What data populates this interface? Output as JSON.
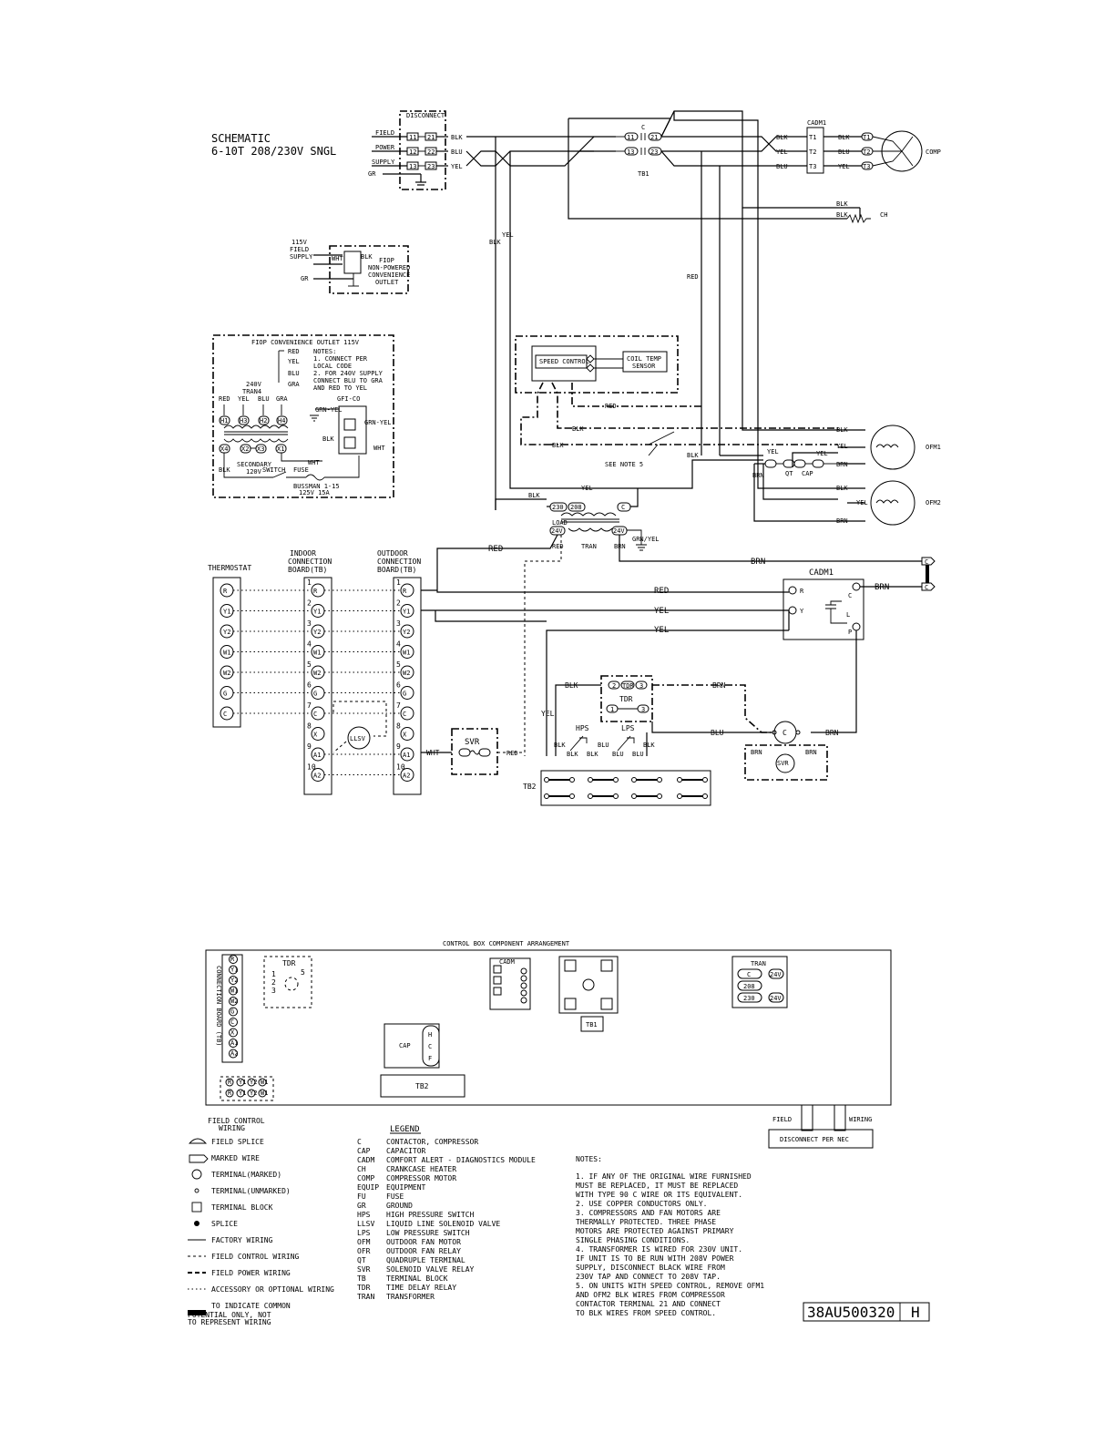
{
  "header": {
    "title_line1": "SCHEMATIC",
    "title_line2": "6-10T 208/230V SNGL"
  },
  "power_supply": {
    "disconnect": "DISCONNECT",
    "field": "FIELD",
    "power": "POWER",
    "supply": "SUPPLY",
    "gr": "GR",
    "terminals": [
      "11",
      "12",
      "13",
      "21",
      "22",
      "23"
    ],
    "wires": [
      "BLK",
      "BLU",
      "YEL"
    ]
  },
  "contactor": {
    "label": "C",
    "terminals": [
      "11",
      "13",
      "21",
      "23"
    ],
    "tb1": "TB1"
  },
  "cadm_top": {
    "label": "CADM1",
    "terminals": [
      "T1",
      "T2",
      "T3"
    ],
    "wires": [
      "BLK",
      "BLU",
      "YEL"
    ],
    "motor_terminals": [
      "T1",
      "T2",
      "T3"
    ],
    "comp": "COMP"
  },
  "crankcase": {
    "wire": "BLK",
    "label": "CH"
  },
  "convenience_small": {
    "v115": "115V",
    "field": "FIELD",
    "supply": "SUPPLY",
    "gr": "GR",
    "wht": "WHT",
    "blk": "BLK",
    "desc1": "FIOP",
    "desc2": "NON-POWERED",
    "desc3": "CONVENIENCE",
    "desc4": "OUTLET"
  },
  "convenience_box": {
    "title": "FIOP CONVENIENCE OUTLET 115V",
    "notes_title": "NOTES:",
    "note_lines": [
      "1. CONNECT PER",
      "   LOCAL CODE",
      "2. FOR 240V SUPPLY",
      "   CONNECT BLU TO GRA",
      "   AND RED TO YEL"
    ],
    "wire_labels": [
      "RED",
      "YEL",
      "BLU",
      "GRA"
    ],
    "v240": "240V",
    "tran4": "TRAN4",
    "h_terms": [
      "H1",
      "H3",
      "H2",
      "H4"
    ],
    "x_terms": [
      "X4",
      "X2",
      "X3",
      "X1"
    ],
    "secondary": "SECONDARY",
    "v120": "120V",
    "switch": "SWITCH",
    "fuse": "FUSE",
    "bussman1": "BUSSMAN 1-15",
    "bussman2": "125V 15A",
    "gfi": "GFI-CO",
    "grn_yel": "GRN-YEL",
    "blk": "BLK",
    "wht": "WHT"
  },
  "speed_control": {
    "label": "SPEED CONTROL",
    "sensor1": "COIL TEMP",
    "sensor2": "SENSOR",
    "red": "RED",
    "blk": "BLK",
    "see_note": "SEE NOTE 5",
    "yel": "YEL",
    "brn": "BRN"
  },
  "fan_motors": {
    "ofm1": "OFM1",
    "ofm2": "OFM2",
    "qt": "QT",
    "cap": "CAP",
    "wires": [
      "BLK",
      "YEL",
      "BRN"
    ]
  },
  "vertical_labels": {
    "yel": "YEL",
    "blk": "BLK",
    "red": "RED"
  },
  "transformer": {
    "t230": "230",
    "t208": "208",
    "c": "C",
    "load": "LOAD",
    "v24a": "24V",
    "v24b": "24V",
    "red": "RED",
    "tran": "TRAN",
    "brn": "BRN",
    "grn_yel": "GRN/YEL"
  },
  "thermostat": {
    "label": "THERMOSTAT",
    "terminals": [
      "R",
      "Y1",
      "Y2",
      "W1",
      "W2",
      "G",
      "C"
    ]
  },
  "indoor_board": {
    "label1": "INDOOR",
    "label2": "CONNECTION",
    "label3": "BOARD(TB)",
    "numbers": [
      "1",
      "2",
      "3",
      "4",
      "5",
      "6",
      "7",
      "8",
      "9",
      "10"
    ],
    "terminals": [
      "R",
      "Y1",
      "Y2",
      "W1",
      "W2",
      "G",
      "C",
      "X",
      "A1",
      "A2"
    ],
    "llsv": "LLSV"
  },
  "outdoor_board": {
    "label1": "OUTDOOR",
    "label2": "CONNECTION",
    "label3": "BOARD(TB)",
    "numbers": [
      "1",
      "2",
      "3",
      "4",
      "5",
      "6",
      "7",
      "8",
      "9",
      "10"
    ],
    "terminals": [
      "R",
      "Y1",
      "Y2",
      "W1",
      "W2",
      "G",
      "C",
      "X",
      "A1",
      "A2"
    ]
  },
  "control_wiring": {
    "red": "RED",
    "yel1": "YEL",
    "yel2": "YEL",
    "brn": "BRN",
    "wht": "WHT",
    "red_svr": "RED",
    "svr": "SVR",
    "yel_v": "YEL"
  },
  "cadm_ctrl": {
    "label": "CADM1",
    "r": "R",
    "y": "Y",
    "c": "C",
    "l": "L",
    "p": "P",
    "brn": "BRN"
  },
  "safety": {
    "blk": "BLK",
    "tdr": "TDR",
    "brn": "BRN",
    "hps": "HPS",
    "lps": "LPS",
    "blu": "BLU",
    "brn2": "BRN",
    "c": "C",
    "svr": "SVR",
    "tb2": "TB2",
    "tdr_terms": [
      "2",
      "3",
      "1",
      "3"
    ],
    "small": [
      "BLK",
      "BLK",
      "BLK",
      "BLU",
      "BLU",
      "BLU",
      "BLK",
      "BRN"
    ]
  },
  "control_box": {
    "title": "CONTROL BOX COMPONENT ARRANGEMENT",
    "tdr": "TDR",
    "tdr_nums": [
      "1",
      "2",
      "3",
      "5"
    ],
    "cadm": "CADM",
    "cap": "CAP",
    "cap_terms": [
      "H",
      "C",
      "F"
    ],
    "tb1": "TB1",
    "tb2": "TB2",
    "tran": "TRAN",
    "tran_terms": [
      "C",
      "208",
      "230",
      "24V",
      "24V"
    ],
    "side_label": "CONNECTION BOARD (TB)",
    "field": "FIELD",
    "wiring": "WIRING",
    "disconnect": "DISCONNECT PER NEC"
  },
  "legend_symbols": {
    "title1": "FIELD CONTROL",
    "title2": "WIRING",
    "items": [
      "FIELD SPLICE",
      "MARKED WIRE",
      "TERMINAL(MARKED)",
      "TERMINAL(UNMARKED)",
      "TERMINAL BLOCK",
      "SPLICE",
      "FACTORY WIRING",
      "FIELD CONTROL WIRING",
      "FIELD POWER WIRING",
      "ACCESSORY OR OPTIONAL WIRING",
      "TO INDICATE COMMON",
      "POTENTIAL ONLY, NOT",
      "TO REPRESENT WIRING"
    ]
  },
  "legend": {
    "title": "LEGEND",
    "entries": [
      {
        "abbr": "C",
        "desc": "CONTACTOR, COMPRESSOR"
      },
      {
        "abbr": "CAP",
        "desc": "CAPACITOR"
      },
      {
        "abbr": "CADM",
        "desc": "COMFORT ALERT - DIAGNOSTICS MODULE"
      },
      {
        "abbr": "CH",
        "desc": "CRANKCASE HEATER"
      },
      {
        "abbr": "COMP",
        "desc": "COMPRESSOR MOTOR"
      },
      {
        "abbr": "EQUIP",
        "desc": "EQUIPMENT"
      },
      {
        "abbr": "FU",
        "desc": "FUSE"
      },
      {
        "abbr": "GR",
        "desc": "GROUND"
      },
      {
        "abbr": "HPS",
        "desc": "HIGH PRESSURE SWITCH"
      },
      {
        "abbr": "LLSV",
        "desc": "LIQUID LINE SOLENOID VALVE"
      },
      {
        "abbr": "LPS",
        "desc": "LOW PRESSURE SWITCH"
      },
      {
        "abbr": "OFM",
        "desc": "OUTDOOR FAN MOTOR"
      },
      {
        "abbr": "OFR",
        "desc": "OUTDOOR FAN RELAY"
      },
      {
        "abbr": "QT",
        "desc": "QUADRUPLE TERMINAL"
      },
      {
        "abbr": "SVR",
        "desc": "SOLENOID VALVE RELAY"
      },
      {
        "abbr": "TB",
        "desc": "TERMINAL BLOCK"
      },
      {
        "abbr": "TDR",
        "desc": "TIME DELAY RELAY"
      },
      {
        "abbr": "TRAN",
        "desc": "TRANSFORMER"
      }
    ]
  },
  "notes": {
    "title": "NOTES:",
    "lines": [
      "1. IF ANY OF THE ORIGINAL WIRE FURNISHED",
      "   MUST BE REPLACED, IT MUST BE REPLACED",
      "   WITH TYPE 90 C WIRE OR ITS EQUIVALENT.",
      "2. USE COPPER CONDUCTORS ONLY.",
      "3. COMPRESSORS AND FAN MOTORS ARE",
      "   THERMALLY PROTECTED.  THREE PHASE",
      "   MOTORS ARE PROTECTED AGAINST PRIMARY",
      "   SINGLE PHASING CONDITIONS.",
      "4. TRANSFORMER IS WIRED FOR 230V UNIT.",
      "   IF UNIT IS TO BE RUN WITH 208V POWER",
      "   SUPPLY, DISCONNECT BLACK WIRE FROM",
      "   230V TAP AND CONNECT TO 208V TAP.",
      "5. ON UNITS WITH SPEED CONTROL, REMOVE OFM1",
      "   AND OFM2 BLK WIRES FROM COMPRESSOR",
      "   CONTACTOR TERMINAL 21 AND CONNECT",
      "   TO BLK WIRES FROM SPEED CONTROL."
    ]
  },
  "drawing_id": {
    "number": "38AU500320",
    "rev": "H"
  }
}
